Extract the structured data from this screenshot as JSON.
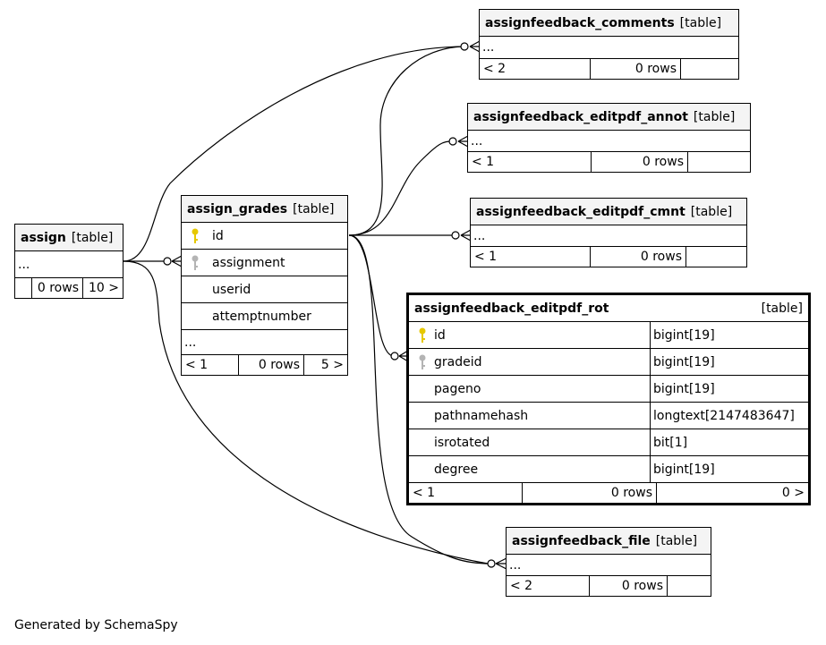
{
  "tables": {
    "assign": {
      "name": "assign",
      "type": "[table]",
      "ellipsis": "...",
      "footer": [
        "",
        "0 rows",
        "10 >"
      ]
    },
    "assign_grades": {
      "name": "assign_grades",
      "type": "[table]",
      "columns": [
        "id",
        "assignment",
        "userid",
        "attemptnumber"
      ],
      "ellipsis": "...",
      "footer": [
        "< 1",
        "0 rows",
        "5 >"
      ]
    },
    "comments": {
      "name": "assignfeedback_comments",
      "type": "[table]",
      "ellipsis": "...",
      "footer": [
        "< 2",
        "0 rows",
        ""
      ]
    },
    "annot": {
      "name": "assignfeedback_editpdf_annot",
      "type": "[table]",
      "ellipsis": "...",
      "footer": [
        "< 1",
        "0 rows",
        ""
      ]
    },
    "cmnt": {
      "name": "assignfeedback_editpdf_cmnt",
      "type": "[table]",
      "ellipsis": "...",
      "footer": [
        "< 1",
        "0 rows",
        ""
      ]
    },
    "rot": {
      "name": "assignfeedback_editpdf_rot",
      "type": "[table]",
      "columns": [
        {
          "name": "id",
          "type": "bigint[19]"
        },
        {
          "name": "gradeid",
          "type": "bigint[19]"
        },
        {
          "name": "pageno",
          "type": "bigint[19]"
        },
        {
          "name": "pathnamehash",
          "type": "longtext[2147483647]"
        },
        {
          "name": "isrotated",
          "type": "bit[1]"
        },
        {
          "name": "degree",
          "type": "bigint[19]"
        }
      ],
      "footer": [
        "< 1",
        "0 rows",
        "0 >"
      ]
    },
    "file": {
      "name": "assignfeedback_file",
      "type": "[table]",
      "ellipsis": "...",
      "footer": [
        "< 2",
        "0 rows",
        ""
      ]
    }
  },
  "icons": {
    "primary_key": "key-icon-gold",
    "foreign_key": "key-icon-gray"
  },
  "colors": {
    "primary_key": "#e6c800",
    "foreign_key": "#b4b4b4",
    "line": "#000000"
  },
  "footer_text": "Generated by SchemaSpy"
}
